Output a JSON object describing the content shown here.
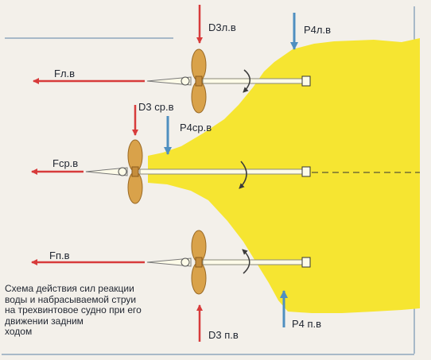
{
  "labels": {
    "d_left": "D3л.в",
    "p_left": "P4л.в",
    "f_left": "Fл.в",
    "d_center": "D3 ср.в",
    "p_center": "P4ср.в",
    "f_center": "Fср.в",
    "f_right": "Fп.в",
    "d_right": "D3 п.в",
    "p_right": "P4 п.в"
  },
  "caption": [
    "Схема   действия сил  реакции",
    "воды  и  набрасываемой   струи",
    "на трехвинтовое судно при его",
    "движении задним",
    "ходом"
  ],
  "colors": {
    "jet": "#f6e531",
    "red_arrow": "#d73b3b",
    "blue_arrow": "#4f8fc0",
    "propeller": "#d9a24a",
    "background": "#f3f0ea"
  },
  "icons": [
    "propeller-icon",
    "rotation-arrow-icon"
  ]
}
